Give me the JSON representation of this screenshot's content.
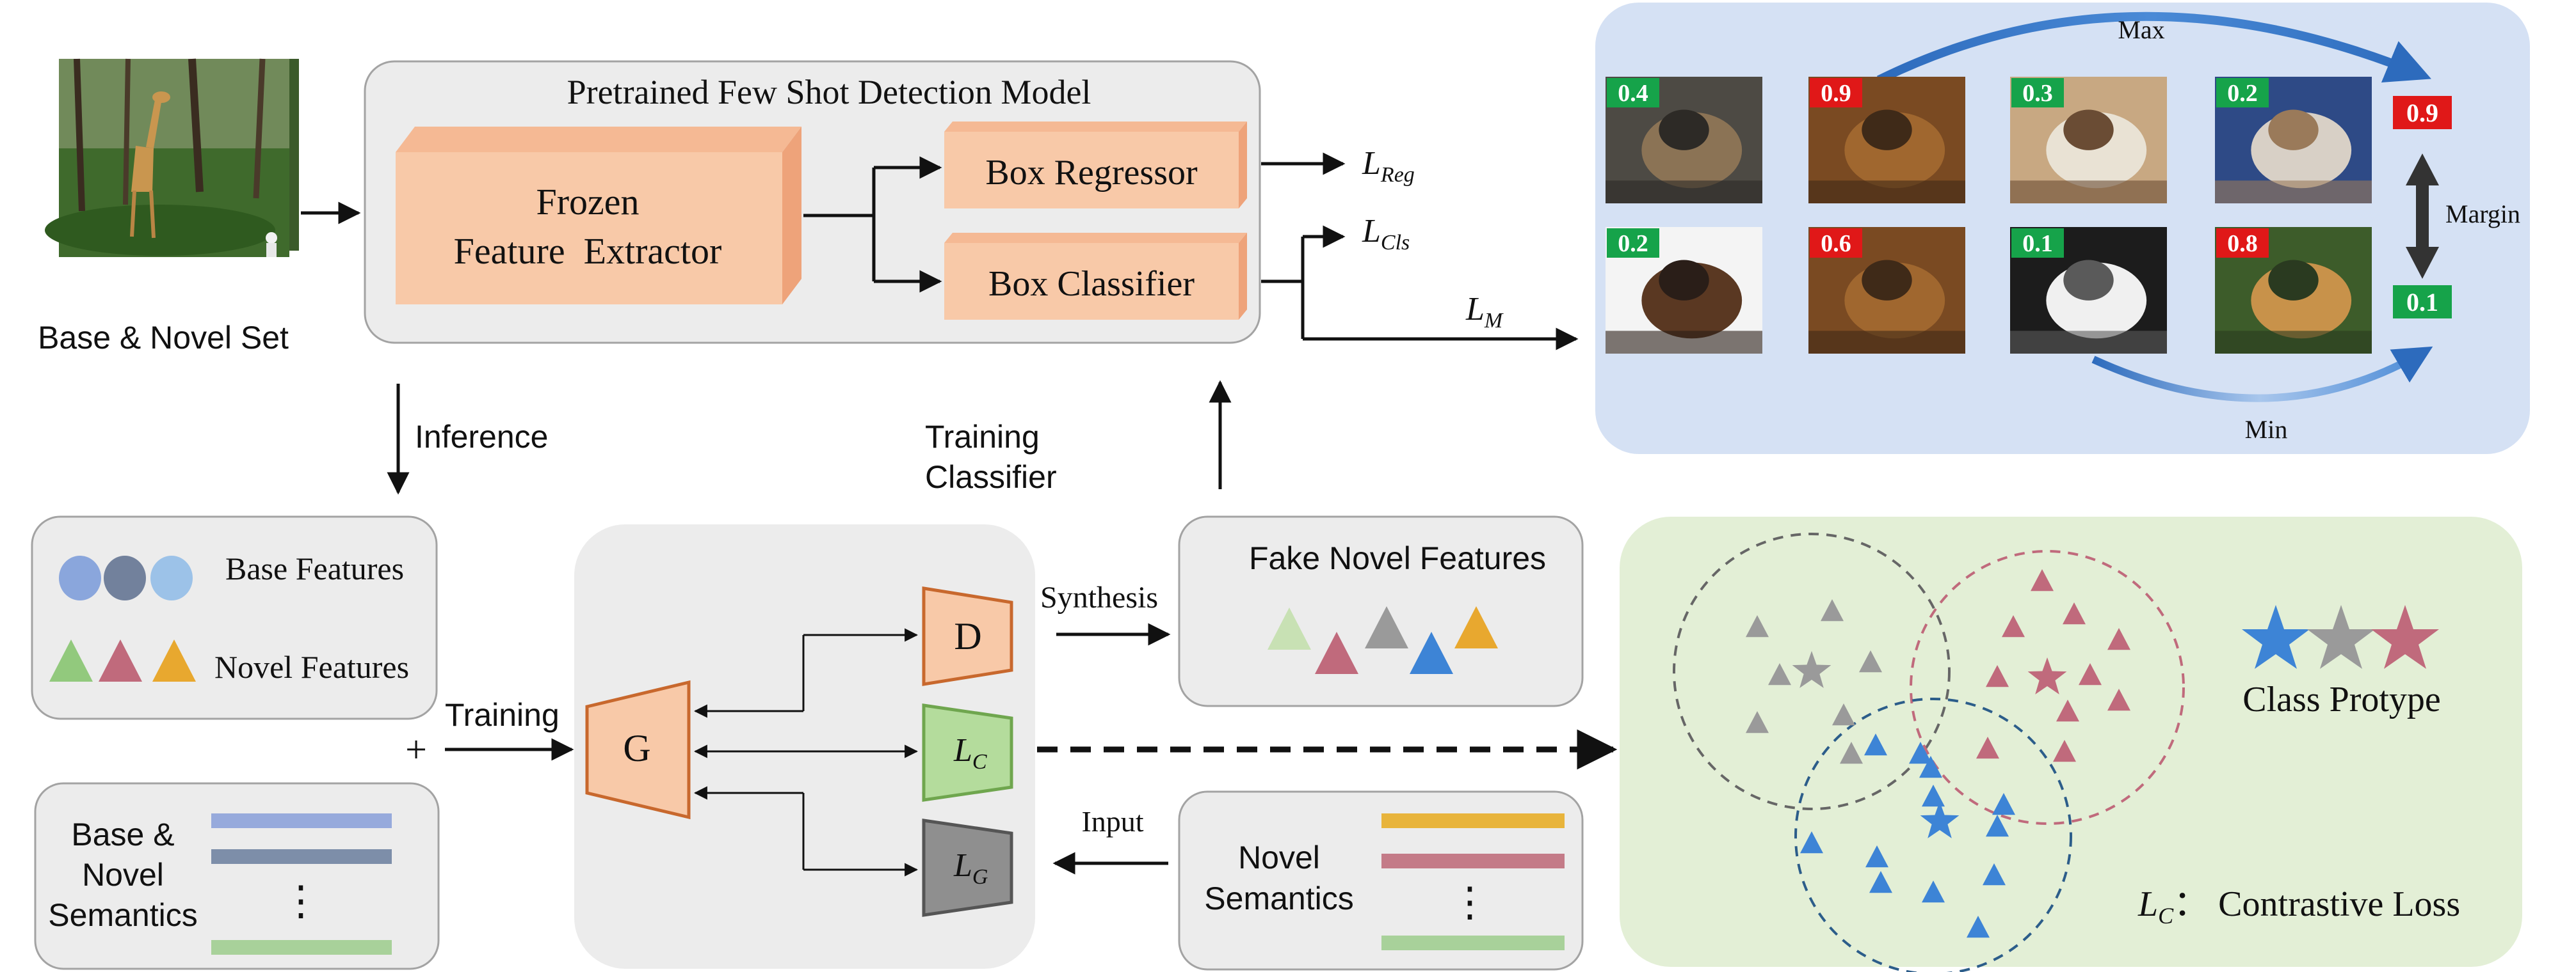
{
  "input_label": "Base & Novel Set",
  "model": {
    "title": "Pretrained Few Shot Detection Model",
    "extractor_line1": "Frozen",
    "extractor_line2": "Feature  Extractor",
    "regressor": "Box Regressor",
    "classifier": "Box Classifier"
  },
  "losses": {
    "reg_main": "L",
    "reg_sub": "Reg",
    "cls_main": "L",
    "cls_sub": "Cls",
    "m_main": "L",
    "m_sub": "M"
  },
  "margin_panel": {
    "max_label": "Max",
    "min_label": "Min",
    "margin_label": "Margin",
    "top_score": "0.9",
    "bottom_score": "0.1",
    "images": [
      {
        "score": "0.4",
        "badge": "green",
        "subject": "tabby cat"
      },
      {
        "score": "0.9",
        "badge": "red",
        "subject": "brown bear"
      },
      {
        "score": "0.3",
        "badge": "green",
        "subject": "cat on slippers"
      },
      {
        "score": "0.2",
        "badge": "green",
        "subject": "sleeping cat"
      },
      {
        "score": "0.2",
        "badge": "green",
        "subject": "calico cat"
      },
      {
        "score": "0.6",
        "badge": "red",
        "subject": "brown bear"
      },
      {
        "score": "0.1",
        "badge": "green",
        "subject": "black and white cat"
      },
      {
        "score": "0.8",
        "badge": "red",
        "subject": "teddy bear"
      }
    ]
  },
  "flow_labels": {
    "inference": "Inference",
    "training_classifier_line1": "Training",
    "training_classifier_line2": "Classifier",
    "training": "Training",
    "plus": "+",
    "synthesis": "Synthesis",
    "input": "Input"
  },
  "features_panel": {
    "base_label": "Base Features",
    "novel_label": "Novel Features"
  },
  "semantics_panel": {
    "line1": "Base &",
    "line2": "Novel",
    "line3": "Semantics",
    "ellipsis": "⋮"
  },
  "generator": {
    "g_label": "G",
    "d_label": "D",
    "lc_main": "L",
    "lc_sub": "C",
    "lg_main": "L",
    "lg_sub": "G"
  },
  "fake_panel": {
    "title": "Fake Novel Features"
  },
  "novel_semantics": {
    "line1": "Novel",
    "line2": "Semantics",
    "ellipsis": "⋮"
  },
  "prototype_panel": {
    "legend_label": "Class Protype",
    "loss_main": "L",
    "loss_sub": "C",
    "loss_text": "：  Contrastive Loss"
  },
  "colors": {
    "box_fill": "#f8c9a8",
    "box_side": "#eeaa80",
    "panel_gray": "#ececec",
    "panel_blue": "#d5e1f4",
    "panel_green": "#e3efd6",
    "badge_red": "#e01818",
    "badge_green": "#16a34a",
    "gray_class": "#9a9a9a",
    "pink_class": "#c06a7c",
    "blue_class": "#3d84d6"
  }
}
